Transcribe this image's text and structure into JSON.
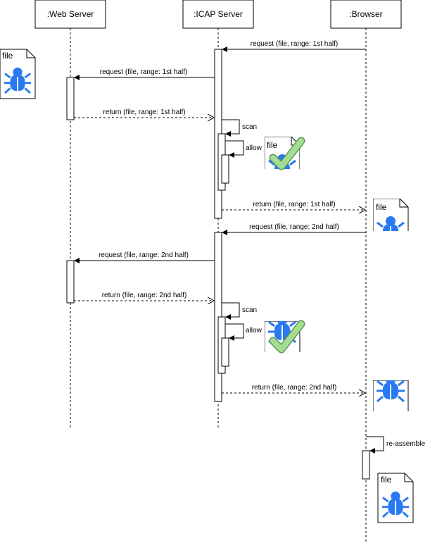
{
  "participants": [
    {
      "label": ":Web Server"
    },
    {
      "label": ":ICAP Server"
    },
    {
      "label": ":Browser"
    }
  ],
  "messages": [
    {
      "label": "request (file, range: 1st half)"
    },
    {
      "label": "request (file, range: 1st half)"
    },
    {
      "label": "return (file, range: 1st half)"
    },
    {
      "label": "scan"
    },
    {
      "label": "allow"
    },
    {
      "label": "return (file, range: 1st half)"
    },
    {
      "label": "request (file, range: 2nd half)"
    },
    {
      "label": "request (file, range: 2nd half)"
    },
    {
      "label": "return (file, range: 2nd half)"
    },
    {
      "label": "scan"
    },
    {
      "label": "allow"
    },
    {
      "label": "return (file, range: 2nd half)"
    },
    {
      "label": "re-assemble"
    }
  ],
  "file_icons": [
    {
      "label": "file",
      "icon": "bug-file-icon"
    },
    {
      "label": "file",
      "icon": "checked-file-icon"
    },
    {
      "label": "file",
      "icon": "partial-file-icon"
    },
    {
      "label": "",
      "icon": "partial-file-icon"
    },
    {
      "label": "file",
      "icon": "bug-file-icon"
    }
  ],
  "colors": {
    "bug": "#2979f2",
    "check": "#8ccf7a",
    "check_stroke": "#5a9a50",
    "line": "#000000"
  }
}
